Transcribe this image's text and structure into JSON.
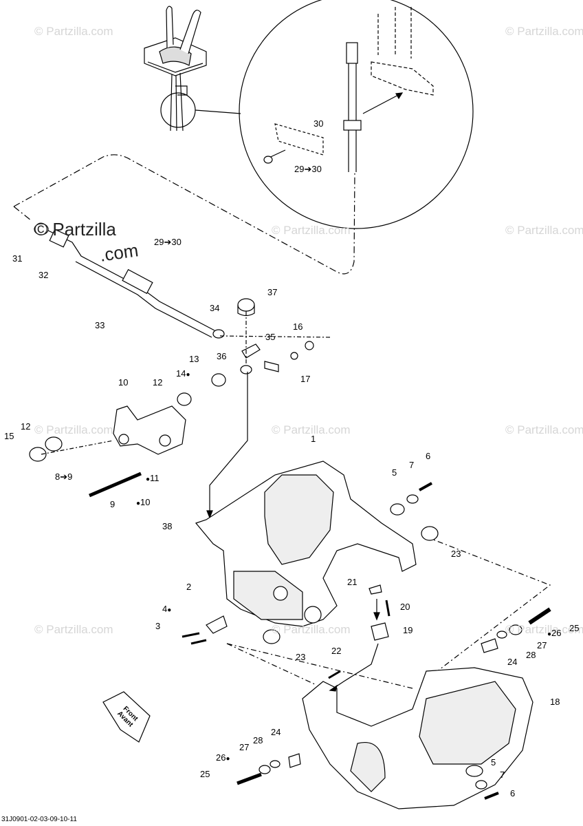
{
  "watermark": "© Partzilla.com",
  "watermark_large_line1": "© Partzilla",
  "watermark_large_line2": ".com",
  "front_label_line1": "Front",
  "front_label_line2": "Avant",
  "footer_code": "31J0901-02-03-09-10-11",
  "colors": {
    "line": "#000000",
    "part_fill": "#ffffff",
    "part_shade": "#d9d9d9",
    "watermark": "#d6d6d6"
  },
  "callouts": {
    "c1": "1",
    "c2": "2",
    "c3": "3",
    "c4": "4",
    "c5a": "5",
    "c5b": "5",
    "c6a": "6",
    "c6b": "6",
    "c7a": "7",
    "c7b": "7",
    "c8_9": "8",
    "c9a": "9",
    "c9b": "9",
    "c10a": "10",
    "c10b": "10",
    "c11": "11",
    "c12a": "12",
    "c12b": "12",
    "c13": "13",
    "c14": "14",
    "c15": "15",
    "c16": "16",
    "c17": "17",
    "c18": "18",
    "c19": "19",
    "c20": "20",
    "c21": "21",
    "c22": "22",
    "c23a": "23",
    "c23b": "23",
    "c24a": "24",
    "c24b": "24",
    "c25a": "25",
    "c25b": "25",
    "c26a": "26",
    "c26b": "26",
    "c27a": "27",
    "c27b": "27",
    "c28a": "28",
    "c28b": "28",
    "c29a": "29",
    "c29b": "29",
    "c30a": "30",
    "c30b": "30",
    "c30c": "30",
    "c31": "31",
    "c32": "32",
    "c33": "33",
    "c34": "34",
    "c35": "35",
    "c36": "36",
    "c37": "37",
    "c38": "38"
  },
  "symbols": {
    "arrow": "➔",
    "drop": "●"
  }
}
